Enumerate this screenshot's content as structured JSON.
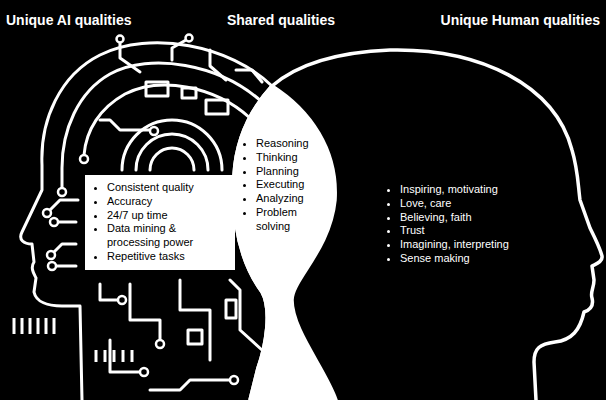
{
  "diagram": {
    "nodes": [
      {
        "text": [
          "Consistent quality",
          "Accuracy",
          "24/7 up time",
          "Data mining & processing power",
          "Repetitive tasks"
        ]
      },
      {
        "text": [
          "Reasoning",
          "Thinking",
          "Planning",
          "Executing",
          "Analyzing",
          "Problem solving"
        ]
      },
      {
        "text": [
          "Inspiring, motivating",
          "Love, care",
          "Believing, faith",
          "Trust",
          "Imagining, interpreting",
          "Sense making"
        ]
      }
    ],
    "labels": [
      "Unique AI qualities",
      "Shared qualities",
      "Unique Human qualities"
    ]
  }
}
